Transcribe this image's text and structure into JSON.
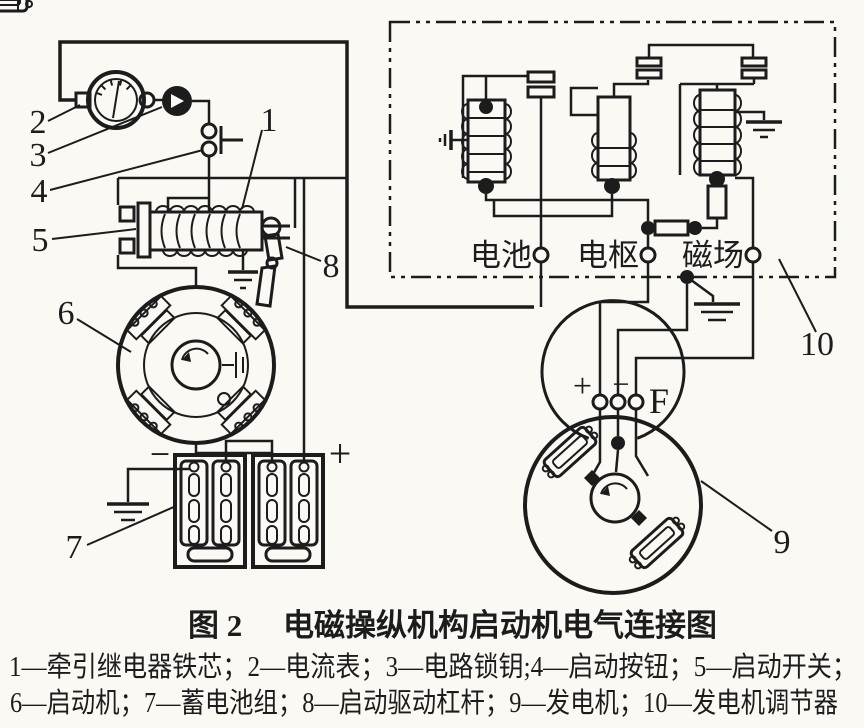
{
  "caption": {
    "fig": "图 2",
    "title": "电磁操纵机构启动机电气连接图"
  },
  "legend": {
    "line1": "1—牵引继电器铁芯；2—电流表；3—电路锁钥;4—启动按钮；5—启动开关；",
    "line2": "6—启动机；7—蓄电池组；8—启动驱动杠杆；9—发电机；10—发电机调节器"
  },
  "terminals": {
    "battery": "电池",
    "armature": "电枢",
    "field": "磁场"
  },
  "gen": {
    "plus": "+",
    "minus": "−",
    "f": "F"
  },
  "battery": {
    "minus": "−",
    "plus": "+"
  },
  "callouts": {
    "c1": "1",
    "c2": "2",
    "c3": "3",
    "c4": "4",
    "c5": "5",
    "c6": "6",
    "c7": "7",
    "c8": "8",
    "c9": "9",
    "c10": "10"
  },
  "colors": {
    "ink": "#1c1c1c",
    "paper": "#faf9f4"
  }
}
